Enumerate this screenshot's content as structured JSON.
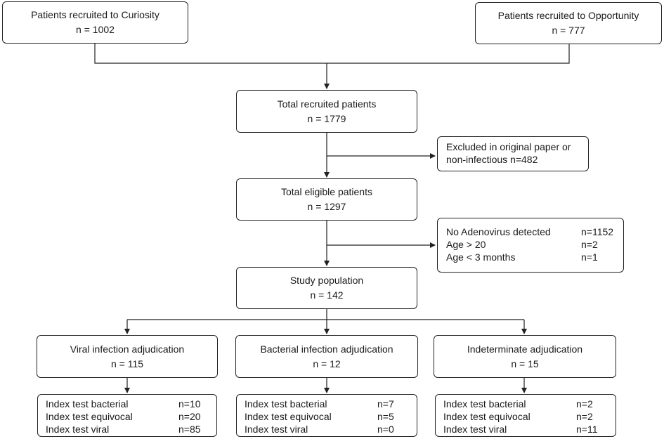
{
  "boxes": {
    "curiosity": {
      "title": "Patients recruited to Curiosity",
      "n": "n = 1002"
    },
    "opportunity": {
      "title": "Patients recruited to Opportunity",
      "n": "n = 777"
    },
    "total_recruited": {
      "title": "Total recruited patients",
      "n": "n = 1779"
    },
    "excluded_original": {
      "line1": "Excluded in original paper or",
      "line2": "non-infectious n=482"
    },
    "total_eligible": {
      "title": "Total eligible patients",
      "n": "n = 1297"
    },
    "exclusions": [
      {
        "label": "No Adenovirus detected",
        "value": "n=1152"
      },
      {
        "label": "Age > 20",
        "value": "n=2"
      },
      {
        "label": "Age < 3 months",
        "value": "n=1"
      }
    ],
    "study_population": {
      "title": "Study population",
      "n": "n = 142"
    },
    "viral": {
      "title": "Viral infection adjudication",
      "n": "n = 115",
      "tests": [
        {
          "label": "Index test bacterial",
          "value": "n=10"
        },
        {
          "label": "Index test equivocal",
          "value": "n=20"
        },
        {
          "label": "Index test viral",
          "value": "n=85"
        }
      ]
    },
    "bacterial": {
      "title": "Bacterial infection adjudication",
      "n": "n = 12",
      "tests": [
        {
          "label": "Index test bacterial",
          "value": "n=7"
        },
        {
          "label": "Index test equivocal",
          "value": "n=5"
        },
        {
          "label": "Index test viral",
          "value": "n=0"
        }
      ]
    },
    "indeterminate": {
      "title": "Indeterminate adjudication",
      "n": "n = 15",
      "tests": [
        {
          "label": "Index test bacterial",
          "value": "n=2"
        },
        {
          "label": "Index test equivocal",
          "value": "n=2"
        },
        {
          "label": "Index test viral",
          "value": "n=11"
        }
      ]
    }
  }
}
